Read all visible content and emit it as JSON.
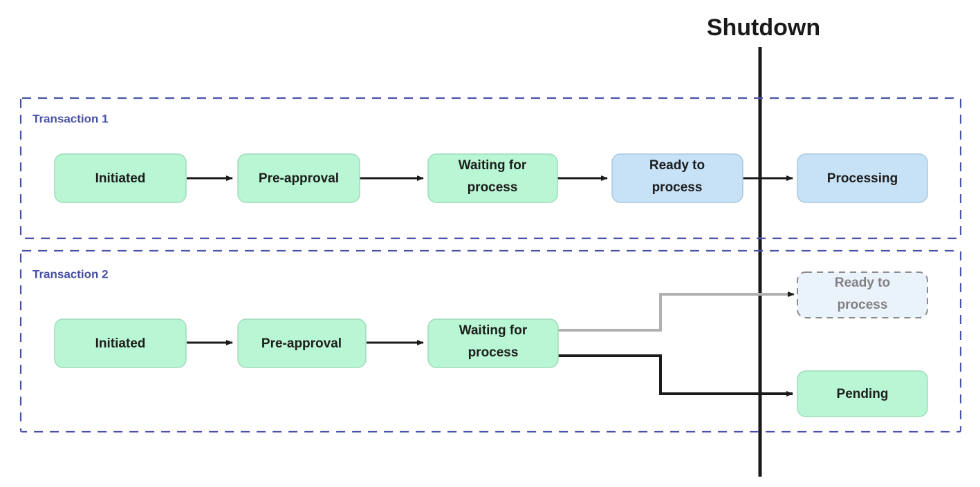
{
  "diagram": {
    "title": "Shutdown",
    "shutdown_line": {
      "label": "Shutdown",
      "color": "#1a1a1a"
    },
    "colors": {
      "green_fill": "#b9f6d3",
      "green_stroke": "#9fdcbc",
      "blue_fill": "#c7e2f7",
      "blue_stroke": "#a9c8e0",
      "ghost_fill": "#eaf2fb",
      "ghost_stroke": "#8c8c8c",
      "ghost_text": "#808080",
      "group_border": "#4a52a8",
      "group_label": "#474fa3",
      "arrow_black": "#1a1a1a",
      "arrow_gray": "#b0b0b0",
      "background": "#ffffff"
    },
    "groups": [
      {
        "id": "transaction-1",
        "label": "Transaction 1",
        "nodes": [
          {
            "id": "t1-initiated",
            "label": "Initiated",
            "state": "green"
          },
          {
            "id": "t1-pre-approval",
            "label": "Pre-approval",
            "state": "green"
          },
          {
            "id": "t1-waiting-for-process",
            "label": "Waiting for\nprocess",
            "line1": "Waiting for",
            "line2": "process",
            "state": "green"
          },
          {
            "id": "t1-ready-to-process",
            "label": "Ready to\nprocess",
            "line1": "Ready to",
            "line2": "process",
            "state": "blue"
          },
          {
            "id": "t1-processing",
            "label": "Processing",
            "state": "blue"
          }
        ],
        "edges": [
          {
            "from": "t1-initiated",
            "to": "t1-pre-approval",
            "style": "solid-black"
          },
          {
            "from": "t1-pre-approval",
            "to": "t1-waiting-for-process",
            "style": "solid-black"
          },
          {
            "from": "t1-waiting-for-process",
            "to": "t1-ready-to-process",
            "style": "solid-black"
          },
          {
            "from": "t1-ready-to-process",
            "to": "t1-processing",
            "style": "solid-black"
          }
        ]
      },
      {
        "id": "transaction-2",
        "label": "Transaction 2",
        "nodes": [
          {
            "id": "t2-initiated",
            "label": "Initiated",
            "state": "green"
          },
          {
            "id": "t2-pre-approval",
            "label": "Pre-approval",
            "state": "green"
          },
          {
            "id": "t2-waiting-for-process",
            "label": "Waiting for\nprocess",
            "line1": "Waiting for",
            "line2": "process",
            "state": "green"
          },
          {
            "id": "t2-ready-to-process",
            "label": "Ready to\nprocess",
            "line1": "Ready to",
            "line2": "process",
            "state": "ghost"
          },
          {
            "id": "t2-pending",
            "label": "Pending",
            "state": "green"
          }
        ],
        "edges": [
          {
            "from": "t2-initiated",
            "to": "t2-pre-approval",
            "style": "solid-black"
          },
          {
            "from": "t2-pre-approval",
            "to": "t2-waiting-for-process",
            "style": "solid-black"
          },
          {
            "from": "t2-waiting-for-process",
            "to": "t2-ready-to-process",
            "style": "elbow-gray"
          },
          {
            "from": "t2-waiting-for-process",
            "to": "t2-pending",
            "style": "elbow-black"
          }
        ]
      }
    ]
  }
}
